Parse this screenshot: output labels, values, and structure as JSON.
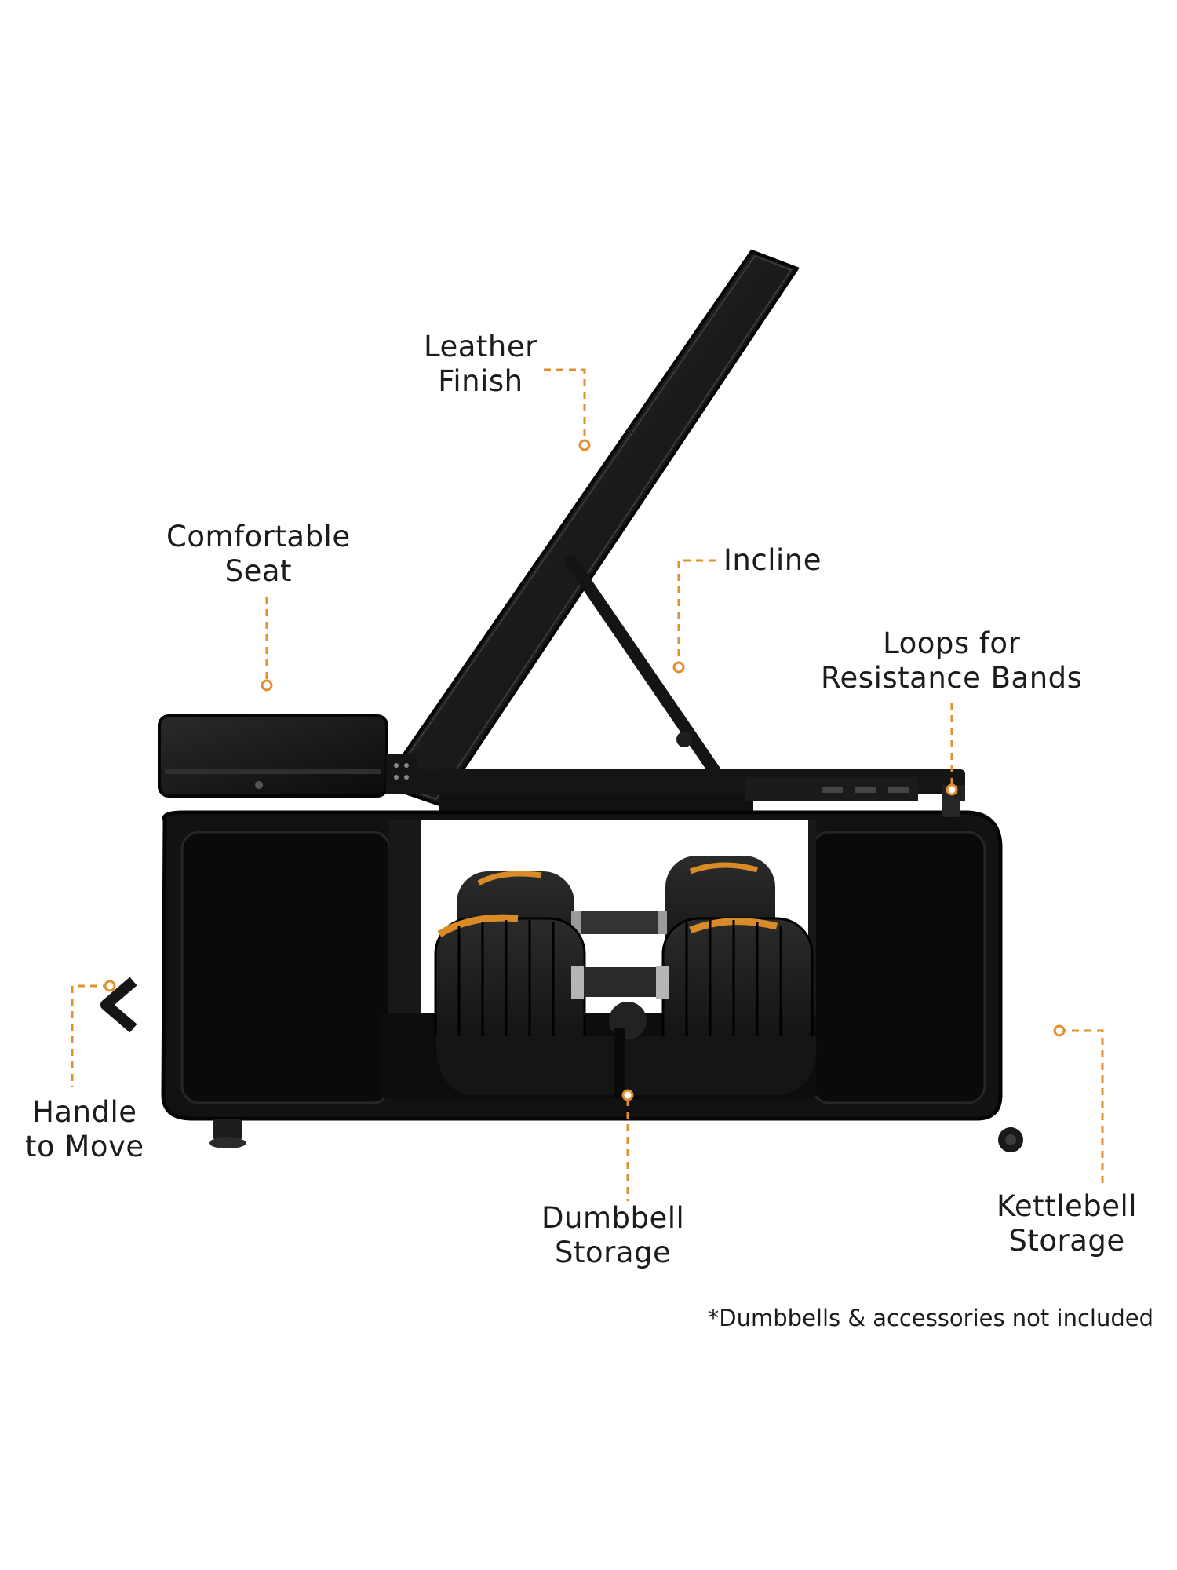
{
  "callouts": {
    "leather_finish": {
      "line1": "Leather",
      "line2": "Finish"
    },
    "comfortable_seat": {
      "line1": "Comfortable",
      "line2": "Seat"
    },
    "incline": {
      "line1": "Incline"
    },
    "loops_bands": {
      "line1": "Loops for",
      "line2": "Resistance Bands"
    },
    "handle_move": {
      "line1": "Handle",
      "line2": "to Move"
    },
    "dumbbell_storage": {
      "line1": "Dumbbell",
      "line2": "Storage"
    },
    "kettlebell_storage": {
      "line1": "Kettlebell",
      "line2": "Storage"
    }
  },
  "footnote": "*Dumbbells & accessories not included",
  "colors": {
    "accent": "#e0902f",
    "product": "#111111",
    "background": "#ffffff"
  }
}
